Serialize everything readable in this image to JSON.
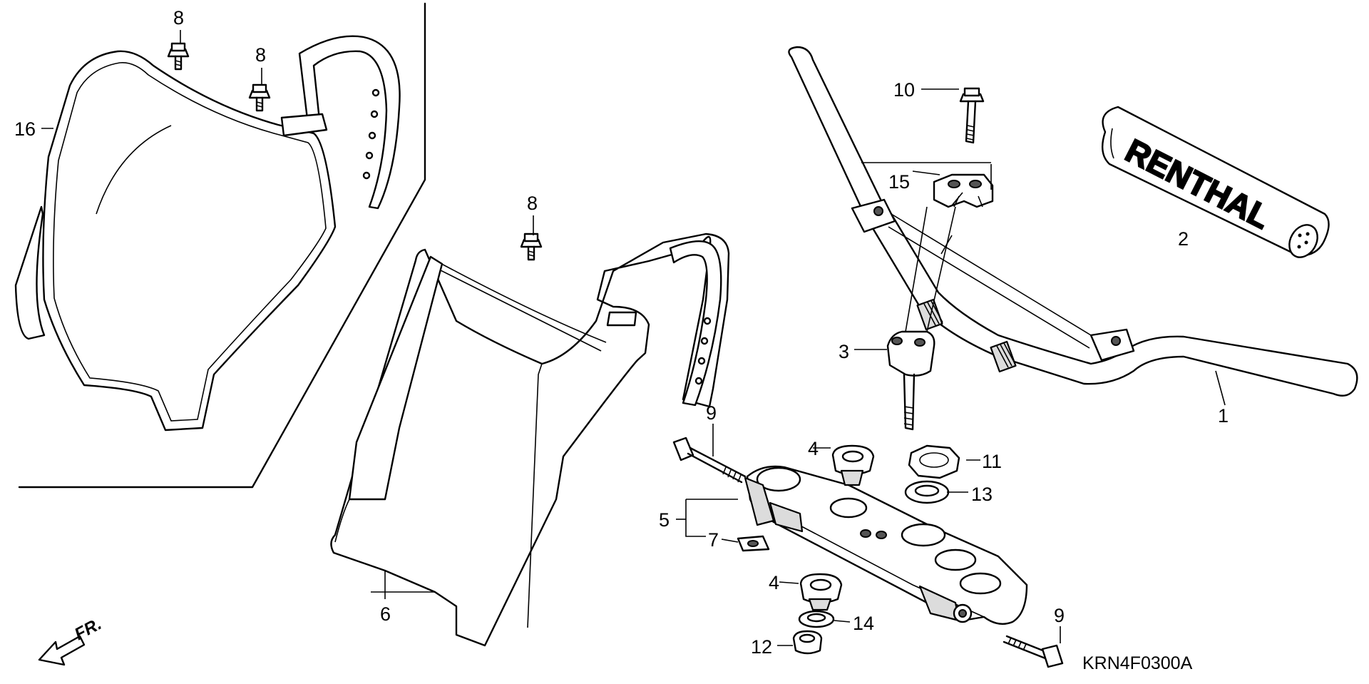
{
  "diagram_code": "KRN4F0300A",
  "front_label": "FR.",
  "grip_brand": "RENTHAL",
  "callouts": {
    "p1": "1",
    "p2": "2",
    "p3": "3",
    "p4a": "4",
    "p4b": "4",
    "p5": "5",
    "p6": "6",
    "p7": "7",
    "p8a": "8",
    "p8b": "8",
    "p8c": "8",
    "p9a": "9",
    "p9b": "9",
    "p10": "10",
    "p11": "11",
    "p12": "12",
    "p13": "13",
    "p14": "14",
    "p15": "15",
    "p16": "16"
  }
}
